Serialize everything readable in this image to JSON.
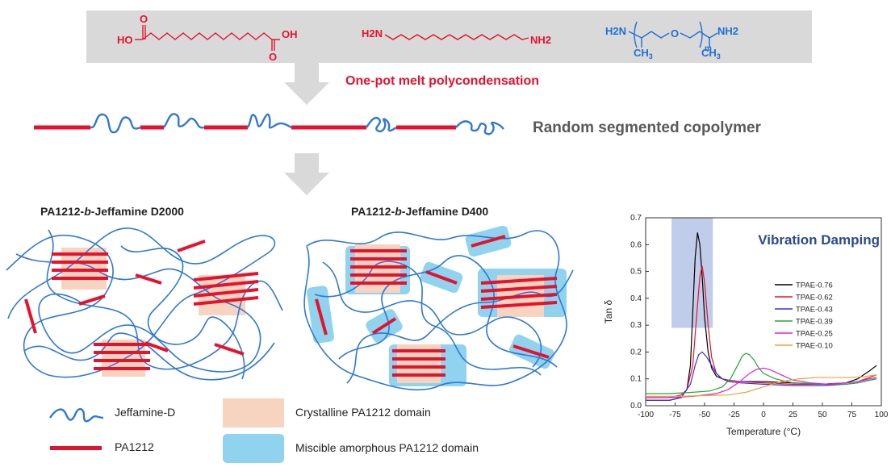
{
  "monomers": {
    "diacid": {
      "left_group": "HO",
      "right_group": "OH",
      "carbonyl": "O"
    },
    "diamine": {
      "left_group": "H2N",
      "right_group": "NH2"
    },
    "jeffamine": {
      "left_group": "H2N",
      "right_group": "NH2",
      "oxygen": "O",
      "subscript": "m",
      "methyl": "CH3"
    }
  },
  "process_label": "One-pot melt polycondensation",
  "copolymer_label": "Random segmented copolymer",
  "panels": {
    "left_title_pre": "PA1212-",
    "left_title_b": "b",
    "left_title_post": "-Jeffamine D2000",
    "right_title_pre": "PA1212-",
    "right_title_b": "b",
    "right_title_post": "-Jeffamine D400"
  },
  "legend": {
    "jeffamine": "Jeffamine-D",
    "pa1212": "PA1212",
    "crystalline": "Crystalline PA1212 domain",
    "amorphous": "Miscible amorphous PA1212 domain"
  },
  "colors": {
    "red_segment": "#e8112d",
    "blue_chain": "#2f78d6",
    "crystalline_fill": "#f6d4bf",
    "amorphous_fill": "#8fd3ef",
    "arrow": "#d9d9d9"
  },
  "chart_data": {
    "type": "line",
    "annotation": "Vibration Damping",
    "xlabel": "Temperature (°C)",
    "ylabel": "Tan δ",
    "xlim": [
      -100,
      100
    ],
    "ylim": [
      0,
      0.7
    ],
    "xticks": [
      "-100",
      "-75",
      "-50",
      "-25",
      "0",
      "25",
      "50",
      "75",
      "100"
    ],
    "yticks": [
      "0.0",
      "0.1",
      "0.2",
      "0.3",
      "0.4",
      "0.5",
      "0.6",
      "0.7"
    ],
    "highlight_region": {
      "x": [
        -78,
        -43
      ],
      "y": [
        0.29,
        0.7
      ]
    },
    "legend_position": "right",
    "series": [
      {
        "name": "TPAE-0.76",
        "color": "#000000",
        "x": [
          -100,
          -80,
          -70,
          -65,
          -62,
          -60,
          -58,
          -56,
          -54,
          -52,
          -50,
          -47,
          -44,
          -40,
          -35,
          -30,
          -20,
          0,
          25,
          50,
          70,
          80,
          90,
          96
        ],
        "y": [
          0.02,
          0.02,
          0.03,
          0.06,
          0.15,
          0.35,
          0.55,
          0.645,
          0.6,
          0.48,
          0.33,
          0.2,
          0.14,
          0.11,
          0.1,
          0.095,
          0.09,
          0.09,
          0.085,
          0.08,
          0.085,
          0.1,
          0.13,
          0.15
        ]
      },
      {
        "name": "TPAE-0.62",
        "color": "#e8112d",
        "x": [
          -100,
          -80,
          -70,
          -65,
          -60,
          -57,
          -54,
          -52,
          -50,
          -47,
          -44,
          -40,
          -35,
          -30,
          -20,
          0,
          25,
          50,
          70,
          80,
          90,
          96
        ],
        "y": [
          0.03,
          0.03,
          0.04,
          0.06,
          0.15,
          0.32,
          0.48,
          0.52,
          0.46,
          0.3,
          0.18,
          0.12,
          0.1,
          0.095,
          0.09,
          0.085,
          0.08,
          0.08,
          0.085,
          0.09,
          0.105,
          0.115
        ]
      },
      {
        "name": "TPAE-0.43",
        "color": "#3a2fe0",
        "x": [
          -100,
          -80,
          -70,
          -62,
          -58,
          -55,
          -52,
          -48,
          -44,
          -40,
          -35,
          -30,
          -20,
          0,
          25,
          50,
          70,
          80,
          90,
          96
        ],
        "y": [
          0.02,
          0.02,
          0.03,
          0.08,
          0.15,
          0.19,
          0.2,
          0.18,
          0.15,
          0.12,
          0.1,
          0.09,
          0.085,
          0.08,
          0.075,
          0.075,
          0.08,
          0.085,
          0.095,
          0.1
        ]
      },
      {
        "name": "TPAE-0.39",
        "color": "#22a834",
        "x": [
          -100,
          -80,
          -60,
          -45,
          -35,
          -28,
          -22,
          -18,
          -15,
          -12,
          -8,
          -4,
          0,
          10,
          25,
          50,
          70,
          80,
          90,
          96
        ],
        "y": [
          0.045,
          0.045,
          0.05,
          0.055,
          0.07,
          0.1,
          0.15,
          0.185,
          0.195,
          0.19,
          0.17,
          0.14,
          0.12,
          0.1,
          0.085,
          0.08,
          0.08,
          0.085,
          0.095,
          0.1
        ]
      },
      {
        "name": "TPAE-0.25",
        "color": "#e01ee0",
        "x": [
          -100,
          -80,
          -60,
          -40,
          -30,
          -20,
          -12,
          -6,
          0,
          5,
          15,
          25,
          40,
          55,
          70,
          80,
          90,
          96
        ],
        "y": [
          0.03,
          0.03,
          0.035,
          0.045,
          0.06,
          0.09,
          0.12,
          0.135,
          0.14,
          0.135,
          0.115,
          0.095,
          0.085,
          0.08,
          0.085,
          0.09,
          0.1,
          0.105
        ]
      },
      {
        "name": "TPAE-0.10",
        "color": "#f0a030",
        "x": [
          -100,
          -70,
          -50,
          -30,
          -15,
          0,
          15,
          30,
          45,
          60,
          75,
          85,
          96
        ],
        "y": [
          0.035,
          0.035,
          0.038,
          0.04,
          0.05,
          0.07,
          0.09,
          0.1,
          0.105,
          0.105,
          0.105,
          0.108,
          0.115
        ]
      }
    ]
  }
}
